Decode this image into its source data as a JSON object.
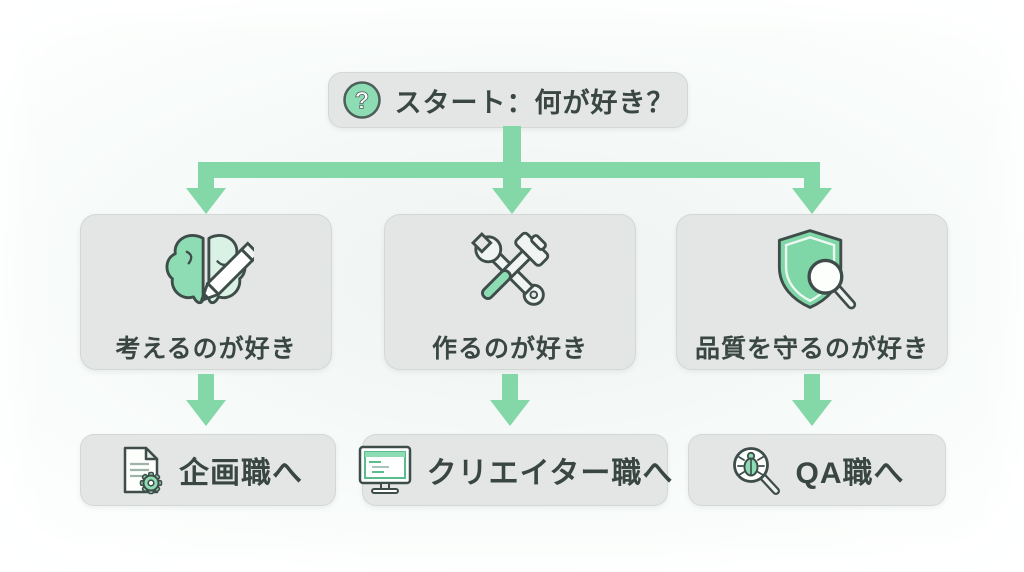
{
  "palette": {
    "arrow_green": "#84d7a6",
    "icon_green": "#8edcb4",
    "icon_outline": "#3f4d4a",
    "node_bg": "#e3e6e5",
    "text_dark": "#394642",
    "page_bg": "#f6faf8"
  },
  "flowchart": {
    "start": {
      "label": "スタート：何が好き？",
      "icon": "question-circle-icon"
    },
    "branches": [
      {
        "label": "考えるのが好き",
        "icon": "brain-pencil-icon",
        "result": {
          "label": "企画職へ",
          "icon": "document-gear-icon"
        }
      },
      {
        "label": "作るのが好き",
        "icon": "hammer-wrench-icon",
        "result": {
          "label": "クリエイター職へ",
          "icon": "monitor-code-icon"
        }
      },
      {
        "label": "品質を守るのが好き",
        "icon": "shield-magnifier-icon",
        "result": {
          "label": "QA職へ",
          "icon": "bug-magnifier-icon"
        }
      }
    ]
  }
}
